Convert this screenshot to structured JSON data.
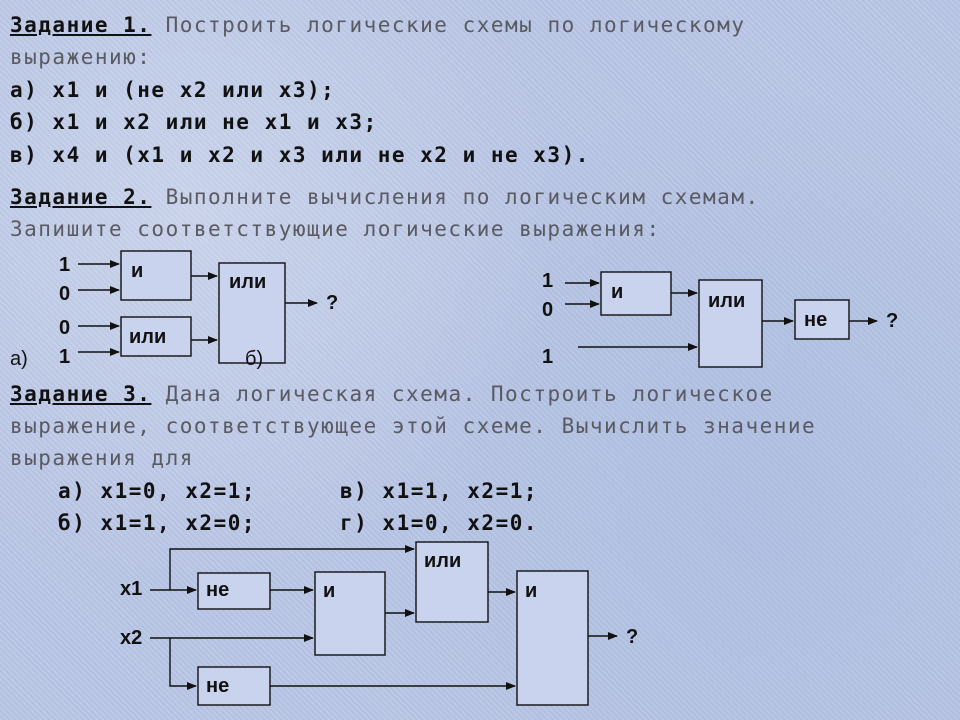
{
  "task1": {
    "head": "Задание 1.",
    "text_l1": "Построить логические схемы по логическому",
    "text_l2": "выражению:",
    "items": [
      "а) x1 и (не x2 или x3);",
      "б) x1 и x2 или не x1 и x3;",
      "в) x4 и (x1 и x2 и x3 или не x2 и не x3)."
    ]
  },
  "task2": {
    "head": "Задание 2.",
    "text_l1": "Выполните вычисления по логическим схемам.",
    "text_l2": "Запишите соответствующие логические выражения:",
    "schemeA": {
      "label": "а)",
      "inputs": [
        "1",
        "0",
        "0",
        "1"
      ],
      "gates": [
        "и",
        "или",
        "или"
      ],
      "output": "?"
    },
    "schemeB": {
      "label": "б)",
      "inputs": [
        "1",
        "0",
        "1"
      ],
      "gates": [
        "и",
        "или",
        "не"
      ],
      "output": "?"
    }
  },
  "task3": {
    "head": "Задание 3.",
    "text_l1": "Дана логическая схема. Построить логическое",
    "text_l2": "выражение, соответствующее этой схеме. Вычислить значение",
    "text_l3": "выражения для",
    "cases": [
      "а) x1=0, x2=1;",
      "в) x1=1, x2=1;",
      "б) x1=1, x2=0;",
      "г) x1=0, x2=0."
    ],
    "scheme": {
      "inputs": [
        "x1",
        "x2"
      ],
      "gates": [
        "не",
        "и",
        "или",
        "и",
        "не"
      ],
      "output": "?"
    }
  },
  "colors": {
    "text_dark": "#111111",
    "text_gray": "#5a5a62",
    "background": "#b9c6e6"
  }
}
